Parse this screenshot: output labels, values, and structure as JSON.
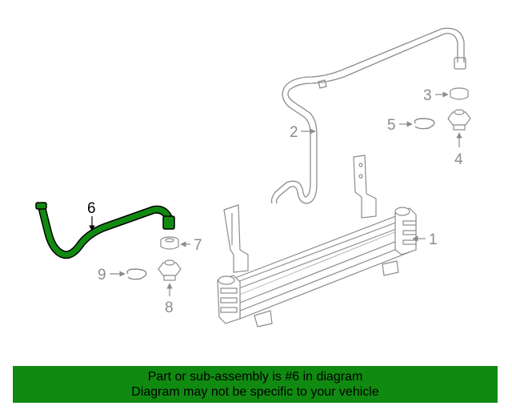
{
  "callouts": {
    "c1": "1",
    "c2": "2",
    "c3": "3",
    "c4": "4",
    "c5": "5",
    "c6": "6",
    "c7": "7",
    "c8": "8",
    "c9": "9"
  },
  "highlight_color": "#118a11",
  "banner": {
    "line1": "Part or sub-assembly is #6 in diagram",
    "line2": "Diagram may not be specific to your vehicle",
    "background": "#118a11"
  }
}
